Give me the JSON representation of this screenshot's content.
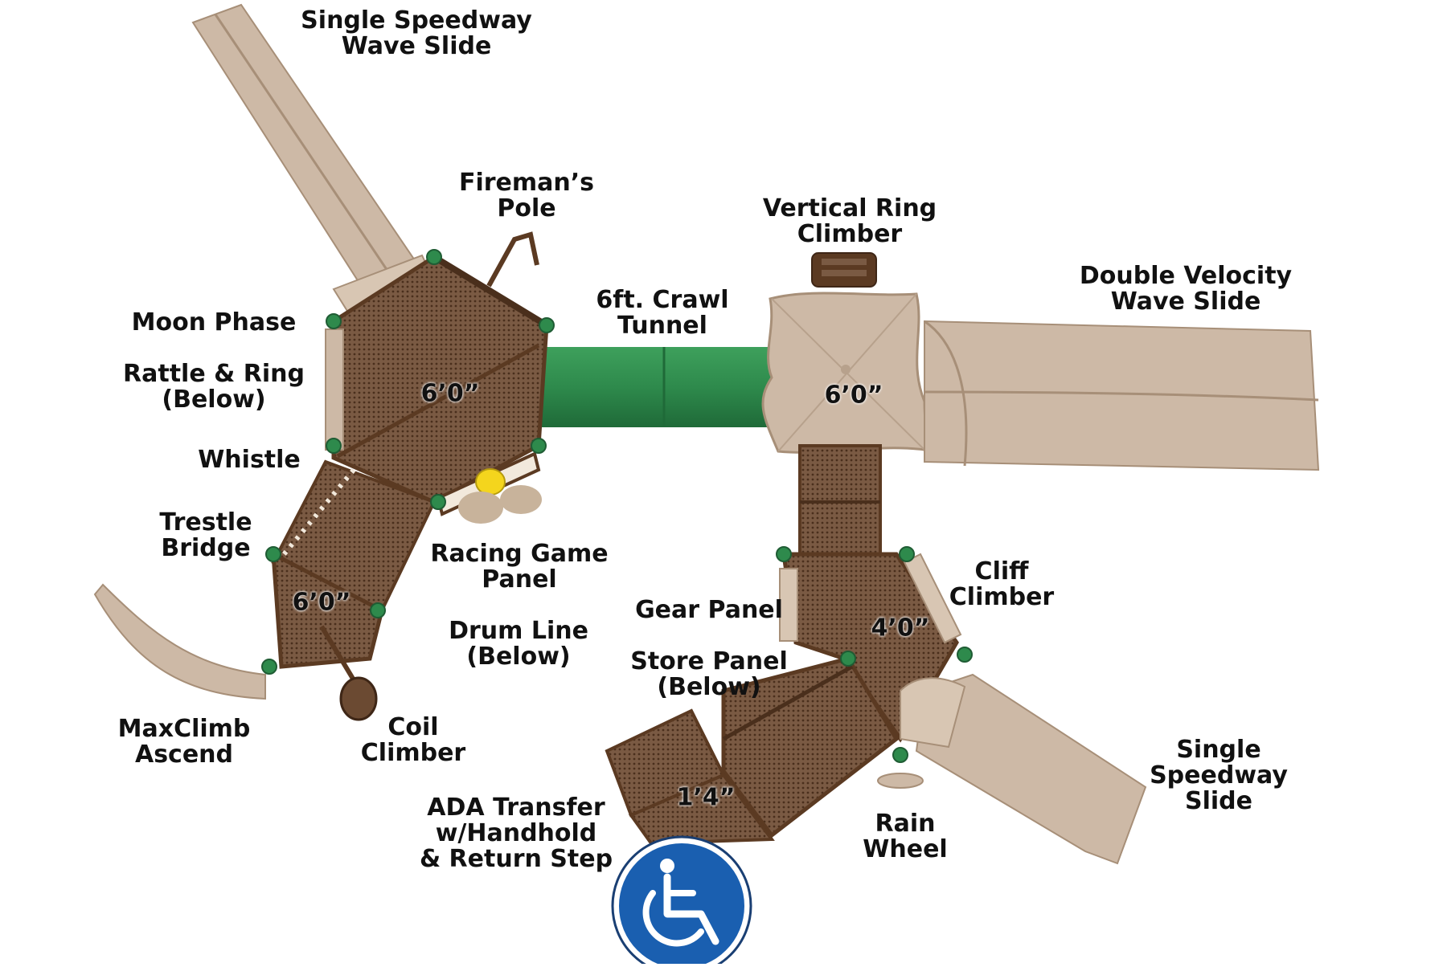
{
  "colors": {
    "tan": "#cdb9a6",
    "tan_dark": "#a78f78",
    "brown": "#5b3a22",
    "deck": "#7a5a43",
    "green": "#2e8a4c",
    "access_blue": "#1a5fb0"
  },
  "labels": {
    "single_speedway_wave_slide": [
      "Single Speedway",
      "Wave Slide"
    ],
    "firemans_pole": [
      "Fireman’s",
      "Pole"
    ],
    "vertical_ring_climber": [
      "Vertical Ring",
      "Climber"
    ],
    "double_velocity_wave_slide": [
      "Double Velocity",
      "Wave Slide"
    ],
    "moon_phase": [
      "Moon Phase"
    ],
    "crawl_tunnel": [
      "6ft. Crawl",
      "Tunnel"
    ],
    "rattle_ring": [
      "Rattle & Ring",
      "(Below)"
    ],
    "whistle": [
      "Whistle"
    ],
    "trestle_bridge": [
      "Trestle",
      "Bridge"
    ],
    "racing_game_panel": [
      "Racing Game",
      "Panel"
    ],
    "cliff_climber": [
      "Cliff",
      "Climber"
    ],
    "gear_panel": [
      "Gear Panel"
    ],
    "drum_line": [
      "Drum Line",
      "(Below)"
    ],
    "store_panel": [
      "Store Panel",
      "(Below)"
    ],
    "maxclimb_ascend": [
      "MaxClimb",
      "Ascend"
    ],
    "coil_climber": [
      "Coil",
      "Climber"
    ],
    "single_speedway_slide": [
      "Single",
      "Speedway",
      "Slide"
    ],
    "ada_transfer": [
      "ADA Transfer",
      "w/Handhold",
      "& Return Step"
    ],
    "rain_wheel": [
      "Rain",
      "Wheel"
    ]
  },
  "deck_heights": {
    "left_hex": "6’0”",
    "right_roof": "6’0”",
    "small_left": "6’0”",
    "mid_deck": "4’0”",
    "transfer": "1’4”"
  },
  "accessibility_icon": "wheelchair-accessibility-icon"
}
